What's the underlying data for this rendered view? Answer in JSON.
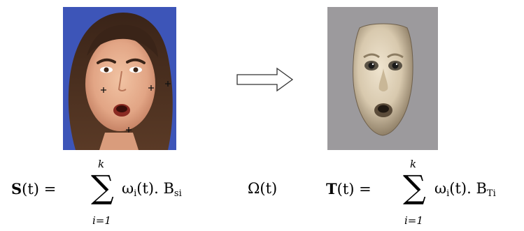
{
  "source_formula": {
    "lhs_symbol": "S",
    "lhs_arg": "(t)",
    "equals": "=",
    "upper_limit": "k",
    "lower_limit": "i=1",
    "weight": "ω",
    "weight_sub": "i",
    "weight_arg": "(t).",
    "basis": "B",
    "basis_sub": "si"
  },
  "mapping": {
    "label": "Ω(t)"
  },
  "target_formula": {
    "lhs_symbol": "T",
    "lhs_arg": "(t)",
    "equals": "=",
    "upper_limit": "k",
    "lower_limit": "i=1",
    "weight": "ω",
    "weight_sub": "i",
    "weight_arg": "(t).",
    "basis": "B",
    "basis_sub": "Ti"
  },
  "colors": {
    "photo_background": "#3d55b8",
    "render_background": "#9c9a9d",
    "mask_skin": "#d8c9ae"
  },
  "icons": {
    "arrow": "hollow-right-arrow-icon",
    "marker": "plus-marker-icon"
  }
}
